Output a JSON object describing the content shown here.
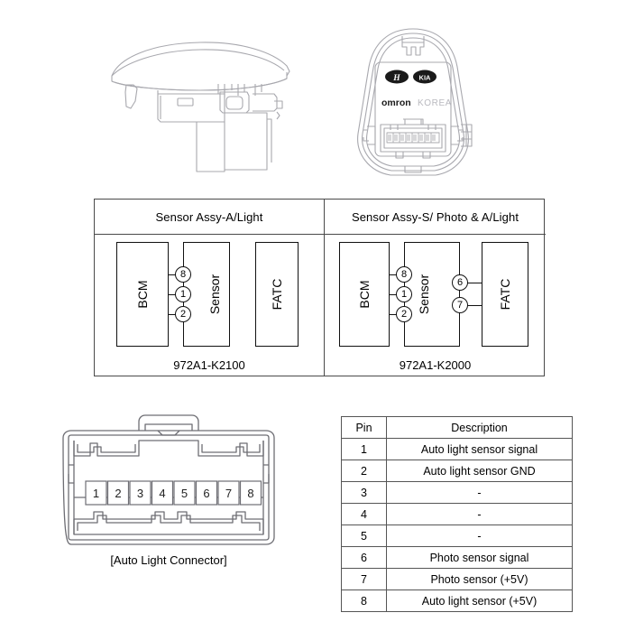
{
  "illustrations": {
    "left": {
      "name": "sensor-assembly-side-view",
      "description": "Auto light sensor assembly side view line drawing"
    },
    "right": {
      "name": "sensor-assembly-bottom-view",
      "description": "Photo and auto light sensor assembly bottom view line drawing",
      "brand_marks": [
        "H",
        "KIA"
      ],
      "maker_text": "OMRON",
      "maker_country": "KOREA"
    }
  },
  "comparison": {
    "columns": [
      {
        "header": "Sensor Assy-A/Light",
        "part_number": "972A1-K2100",
        "blocks": [
          "BCM",
          "Sensor",
          "FATC"
        ],
        "left_pins": [
          "8",
          "1",
          "2"
        ],
        "right_pins": []
      },
      {
        "header": "Sensor Assy-S/ Photo & A/Light",
        "part_number": "972A1-K2000",
        "blocks": [
          "BCM",
          "Sensor",
          "FATC"
        ],
        "left_pins": [
          "8",
          "1",
          "2"
        ],
        "right_pins": [
          "6",
          "7"
        ]
      }
    ]
  },
  "connector": {
    "label": "[Auto Light Connector]",
    "pins": [
      "1",
      "2",
      "3",
      "4",
      "5",
      "6",
      "7",
      "8"
    ]
  },
  "pin_table": {
    "headers": [
      "Pin",
      "Description"
    ],
    "rows": [
      {
        "pin": "1",
        "description": "Auto light sensor signal"
      },
      {
        "pin": "2",
        "description": "Auto light sensor GND"
      },
      {
        "pin": "3",
        "description": "-"
      },
      {
        "pin": "4",
        "description": "-"
      },
      {
        "pin": "5",
        "description": "-"
      },
      {
        "pin": "6",
        "description": "Photo sensor signal"
      },
      {
        "pin": "7",
        "description": "Photo sensor (+5V)"
      },
      {
        "pin": "8",
        "description": "Auto light sensor (+5V)"
      }
    ]
  },
  "colors": {
    "line": "#111111",
    "frame": "#4a4a4a",
    "table_border": "#555555",
    "illus_line": "#9a9aa0",
    "background": "#ffffff"
  }
}
